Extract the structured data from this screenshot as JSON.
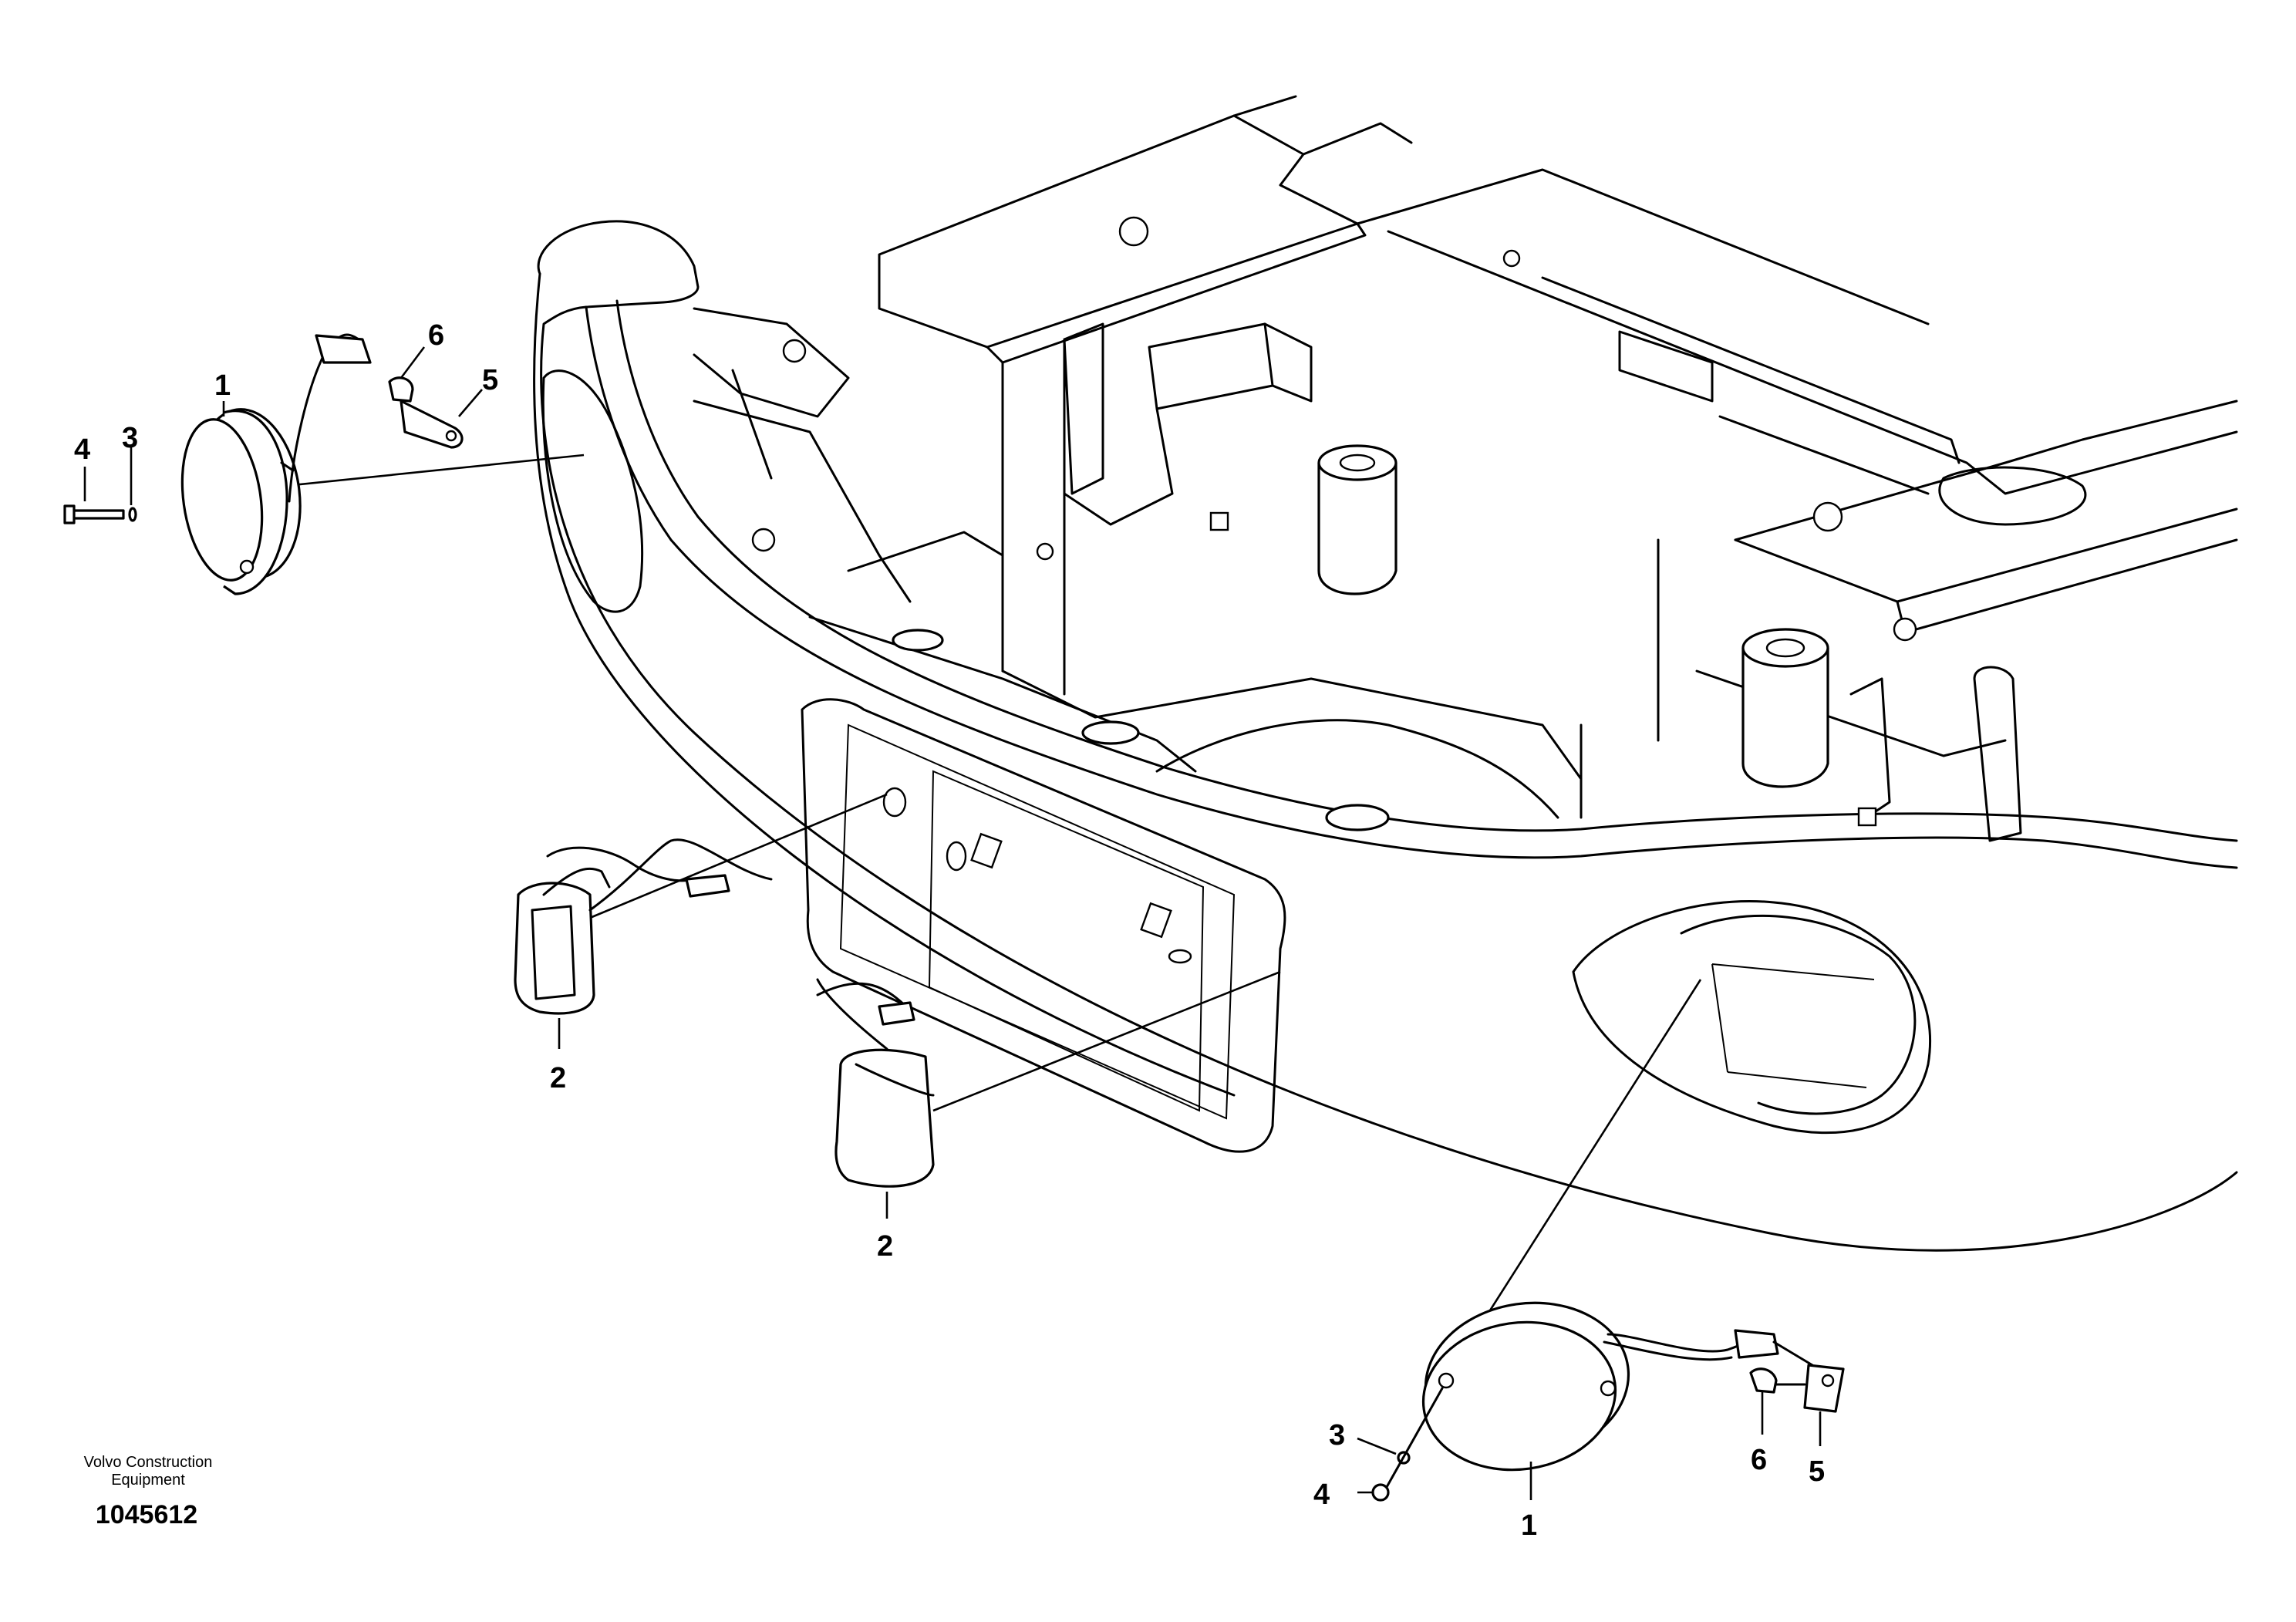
{
  "footer": {
    "company_line1": "Volvo Construction",
    "company_line2": "Equipment",
    "drawing_number": "1045612"
  },
  "callouts": {
    "c1a": "1",
    "c1b": "1",
    "c2a": "2",
    "c2b": "2",
    "c3a": "3",
    "c3b": "3",
    "c4a": "4",
    "c4b": "4",
    "c5a": "5",
    "c5b": "5",
    "c6a": "6",
    "c6b": "6"
  }
}
